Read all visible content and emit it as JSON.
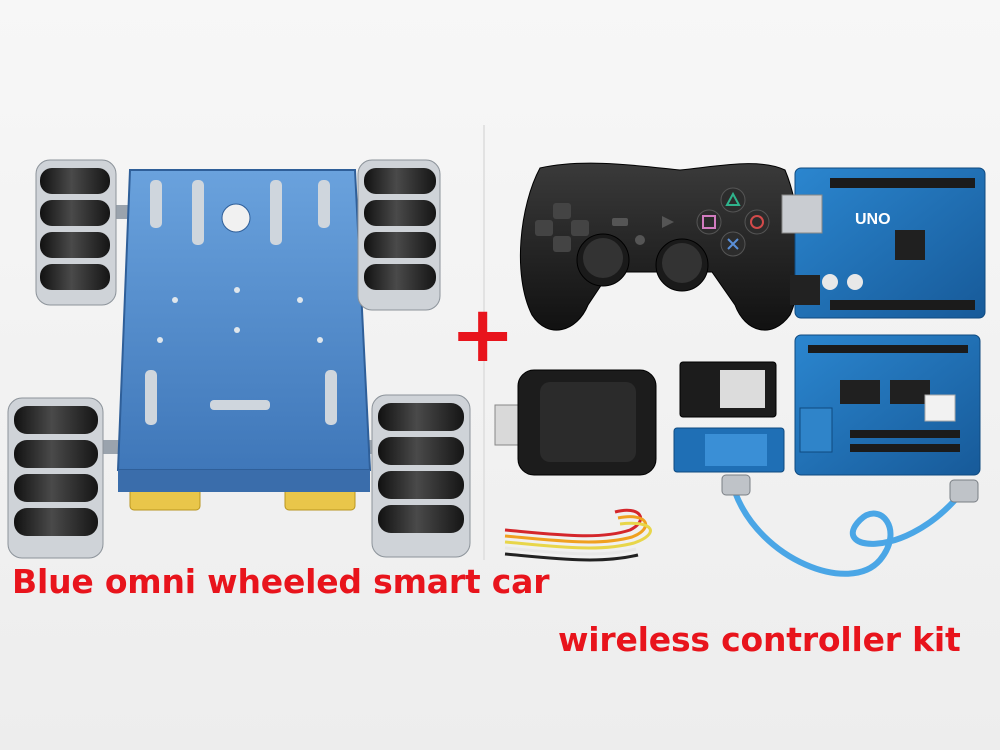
{
  "captions": {
    "car": "Blue omni wheeled smart car",
    "kit": "wireless controller kit",
    "plus": "+"
  },
  "board_labels": {
    "uno": "UNO"
  },
  "colors": {
    "caption_red": "#e8141c",
    "chassis_blue": "#4f88c9",
    "board_blue": "#1f6fb5",
    "module_dark": "#1c1c1c",
    "roller_black": "#2a2a2a",
    "motor_yellow": "#e9c64a",
    "cable_blue": "#4aa6e6"
  }
}
